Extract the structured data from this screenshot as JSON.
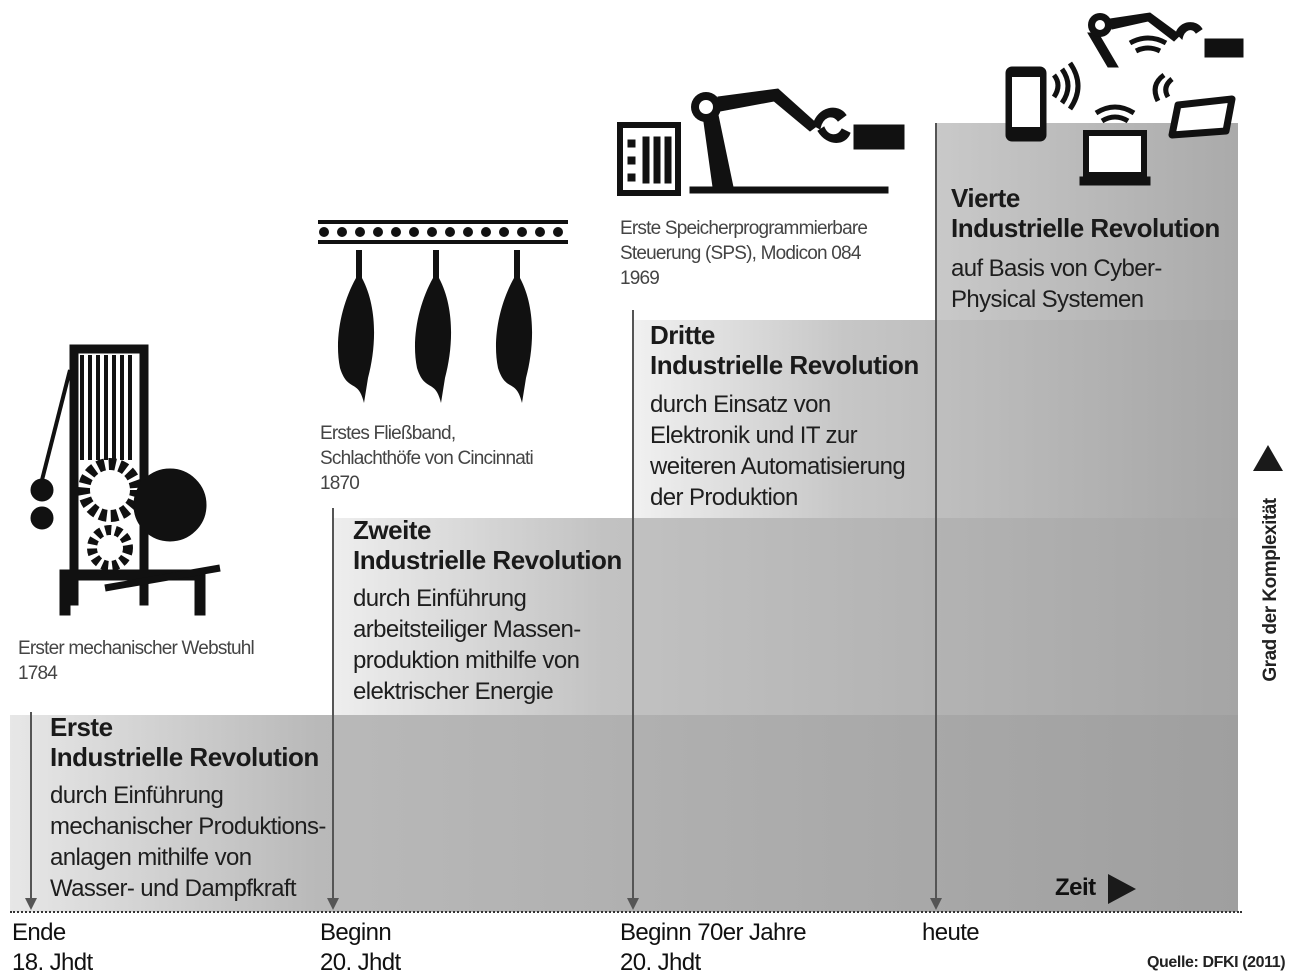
{
  "revolutions": [
    {
      "title_1": "Erste",
      "title_2": "Industrielle Revolution",
      "body": [
        "durch Einführung",
        "mechanischer Produktions-",
        "anlagen mithilfe von",
        "Wasser- und Dampfkraft"
      ],
      "caption": [
        "Erster mechanischer Webstuhl",
        "1784"
      ],
      "time_label": [
        "Ende",
        "18. Jhdt"
      ],
      "icon": "loom-icon"
    },
    {
      "title_1": "Zweite",
      "title_2": "Industrielle Revolution",
      "body": [
        "durch Einführung",
        "arbeitsteiliger Massen-",
        "produktion mithilfe von",
        "elektrischer Energie"
      ],
      "caption": [
        "Erstes Fließband,",
        "Schlachthöfe von Cincinnati",
        "1870"
      ],
      "time_label": [
        "Beginn",
        "20. Jhdt"
      ],
      "icon": "assembly-line-icon"
    },
    {
      "title_1": "Dritte",
      "title_2": "Industrielle Revolution",
      "body": [
        "durch Einsatz von",
        "Elektronik und IT zur",
        "weiteren Automatisierung",
        "der Produktion"
      ],
      "caption": [
        "Erste Speicherprogrammierbare",
        "Steuerung (SPS), Modicon 084",
        "1969"
      ],
      "time_label": [
        "Beginn 70er Jahre",
        "20. Jhdt"
      ],
      "icon": "robot-arm-icon"
    },
    {
      "title_1": "Vierte",
      "title_2": "Industrielle Revolution",
      "body": [
        "auf Basis von Cyber-",
        "Physical Systemen"
      ],
      "time_label": [
        "heute"
      ],
      "icon": "connected-devices-icon"
    }
  ],
  "axes": {
    "x_label": "Zeit",
    "y_label": "Grad der Komplexität"
  },
  "source": "Quelle: DFKI (2011)",
  "colors": {
    "band_dark": "#a0a0a0",
    "band_light": "#e8e8e8",
    "arrow": "#1a1a1a"
  }
}
